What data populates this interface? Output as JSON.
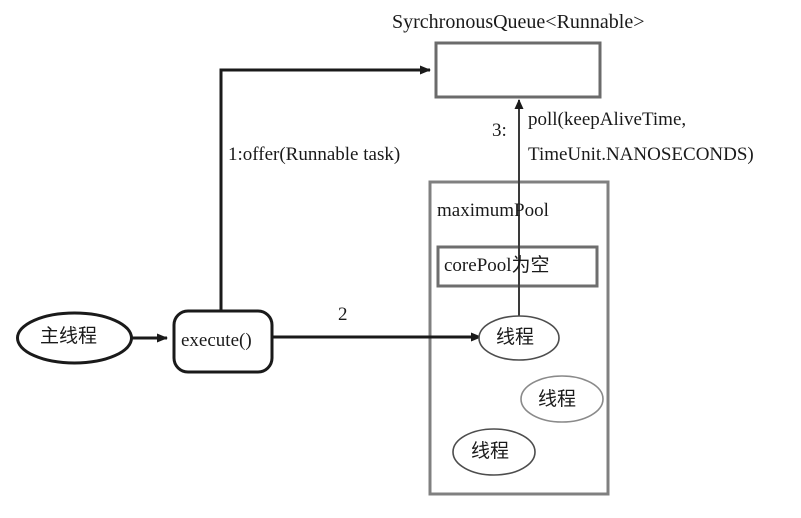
{
  "diagram": {
    "title": "Java ThreadPoolExecutor SynchronousQueue flow",
    "colors": {
      "stroke_dark": "#1a1a1a",
      "stroke_gray": "#808080",
      "stroke_thin": "#555555",
      "background": "#ffffff"
    }
  },
  "queue": {
    "title": "SyrchronousQueue<Runnable>",
    "box_content": ""
  },
  "edges": {
    "offer": {
      "label": "1:offer(Runnable task)",
      "index": "1:"
    },
    "execute_to_thread": {
      "label": "2"
    },
    "poll": {
      "index": "3:",
      "label_line1": "poll(keepAliveTime,",
      "label_line2": "TimeUnit.NANOSECONDS)"
    }
  },
  "nodes": {
    "main_thread": "主线程",
    "execute": "execute()",
    "maximum_pool": "maximumPool",
    "core_pool": "corePool为空"
  },
  "threads": [
    {
      "label": "线程"
    },
    {
      "label": "线程"
    },
    {
      "label": "线程"
    }
  ]
}
